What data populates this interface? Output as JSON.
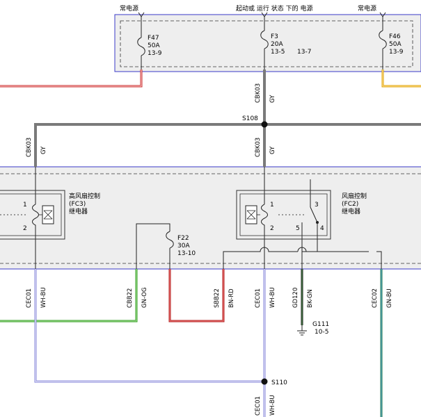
{
  "power_labels": {
    "const_left": "常电源",
    "run_start": "起动或 运行 状态 下的 电源",
    "const_right": "常电源"
  },
  "fuses": {
    "f47": {
      "name": "F47",
      "rating": "50A",
      "ref": "13-9"
    },
    "f3": {
      "name": "F3",
      "rating": "20A",
      "ref": "13-5",
      "ref2": "13-7"
    },
    "f46": {
      "name": "F46",
      "rating": "50A",
      "ref": "13-9"
    },
    "f22": {
      "name": "F22",
      "rating": "30A",
      "ref": "13-10"
    }
  },
  "relays": {
    "fc3": {
      "title": "高风扇控制",
      "code": "(FC3)",
      "type": "继电器",
      "pin1": "1",
      "pin2": "2"
    },
    "fc2": {
      "title": "风扇控制",
      "code": "(FC2)",
      "type": "继电器",
      "pin1": "1",
      "pin2": "2",
      "pin3": "3",
      "pin4": "4",
      "pin5": "5"
    }
  },
  "splices": {
    "s108": "S108",
    "s110": "S110"
  },
  "ground": {
    "name": "G111",
    "ref": "10-5"
  },
  "wires": {
    "cbk03_top": {
      "circuit": "CBK03",
      "color": "GY"
    },
    "cbk03_left": {
      "circuit": "CBK03",
      "color": "GY"
    },
    "cbk03_mid": {
      "circuit": "CBK03",
      "color": "GY"
    },
    "cec01_left": {
      "circuit": "CEC01",
      "color": "WH-BU"
    },
    "cbb22": {
      "circuit": "CBB22",
      "color": "GN-OG"
    },
    "sbb22": {
      "circuit": "SBB22",
      "color": "BN-RD"
    },
    "cec01_mid": {
      "circuit": "CEC01",
      "color": "WH-BU"
    },
    "gd120": {
      "circuit": "GD120",
      "color": "BK-GN"
    },
    "cec02": {
      "circuit": "CEC02",
      "color": "GN-BU"
    },
    "cec01_bot": {
      "circuit": "CEC01",
      "color": "WH-BU"
    }
  },
  "palette": {
    "box_border": "#3a3ac8",
    "box_fill": "#eeeeee",
    "gray_wire": "#7a7a7a",
    "red_wire": "#c82828",
    "green_wire": "#2e9c1e",
    "brown_wire": "#b31e1e",
    "orange_wire": "#e0a000",
    "blue_wire": "#8080d8"
  }
}
